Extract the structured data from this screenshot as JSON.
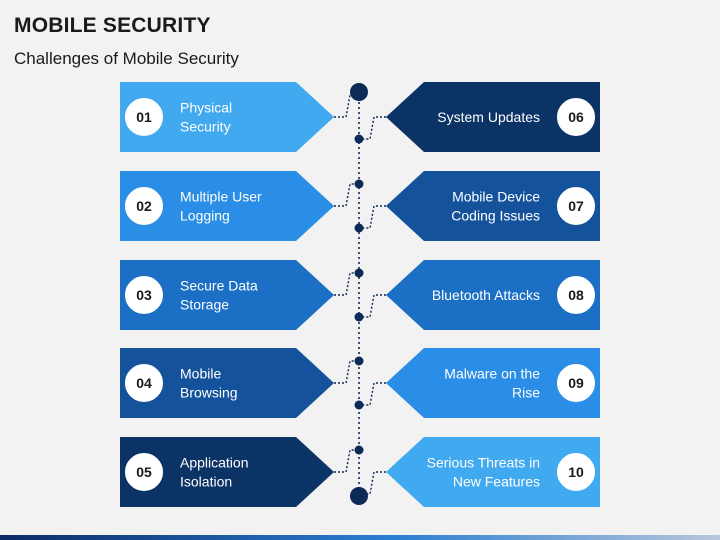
{
  "header": {
    "title": "MOBILE SECURITY",
    "subtitle": "Challenges of Mobile Security"
  },
  "items": [
    {
      "num": "01",
      "lines": [
        "Physical",
        "Security"
      ],
      "side": "left",
      "color": "#41a9f0"
    },
    {
      "num": "02",
      "lines": [
        "Multiple User",
        "Logging"
      ],
      "side": "left",
      "color": "#2a8ee6"
    },
    {
      "num": "03",
      "lines": [
        "Secure Data",
        "Storage"
      ],
      "side": "left",
      "color": "#1b6fc4"
    },
    {
      "num": "04",
      "lines": [
        "Mobile",
        "Browsing"
      ],
      "side": "left",
      "color": "#14539c"
    },
    {
      "num": "05",
      "lines": [
        "Application",
        "Isolation"
      ],
      "side": "left",
      "color": "#0c3366"
    },
    {
      "num": "06",
      "lines": [
        "System Updates"
      ],
      "side": "right",
      "color": "#0c3366"
    },
    {
      "num": "07",
      "lines": [
        "Mobile Device",
        "Coding Issues"
      ],
      "side": "right",
      "color": "#14539c"
    },
    {
      "num": "08",
      "lines": [
        "Bluetooth Attacks"
      ],
      "side": "right",
      "color": "#1b6fc4"
    },
    {
      "num": "09",
      "lines": [
        "Malware on the",
        "Rise"
      ],
      "side": "right",
      "color": "#2a8ee6"
    },
    {
      "num": "10",
      "lines": [
        "Serious Threats in",
        "New Features"
      ],
      "side": "right",
      "color": "#41a9f0"
    }
  ],
  "colors": {
    "spine": "#0c2a55",
    "badge_fill": "#ffffff",
    "badge_text": "#1a1a1a",
    "label_text": "#ffffff"
  }
}
